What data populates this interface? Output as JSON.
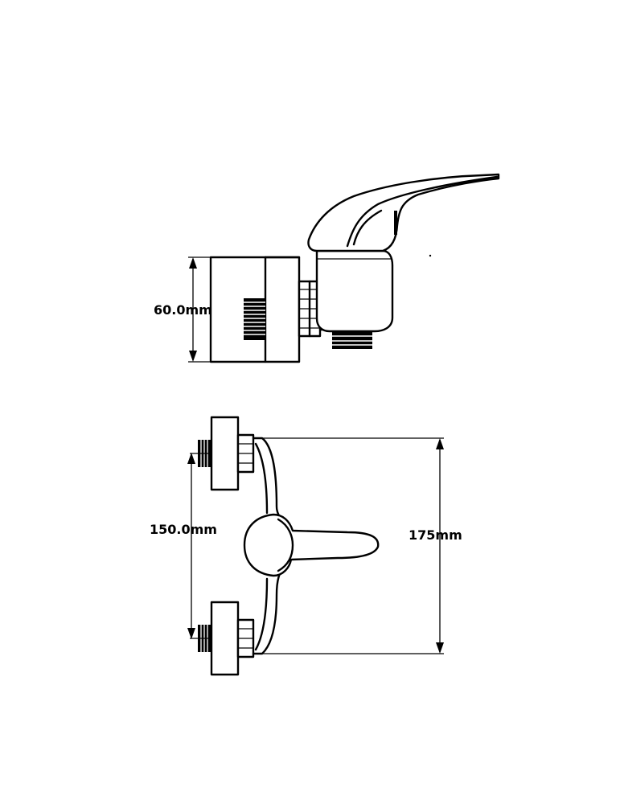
{
  "drawing": {
    "line_color": "#000000",
    "background": "#ffffff",
    "views": [
      "side-view",
      "front-view"
    ],
    "dimensions": {
      "height_label": "60.0mm",
      "spacing_label": "150.0mm",
      "width_label": "175mm"
    }
  }
}
